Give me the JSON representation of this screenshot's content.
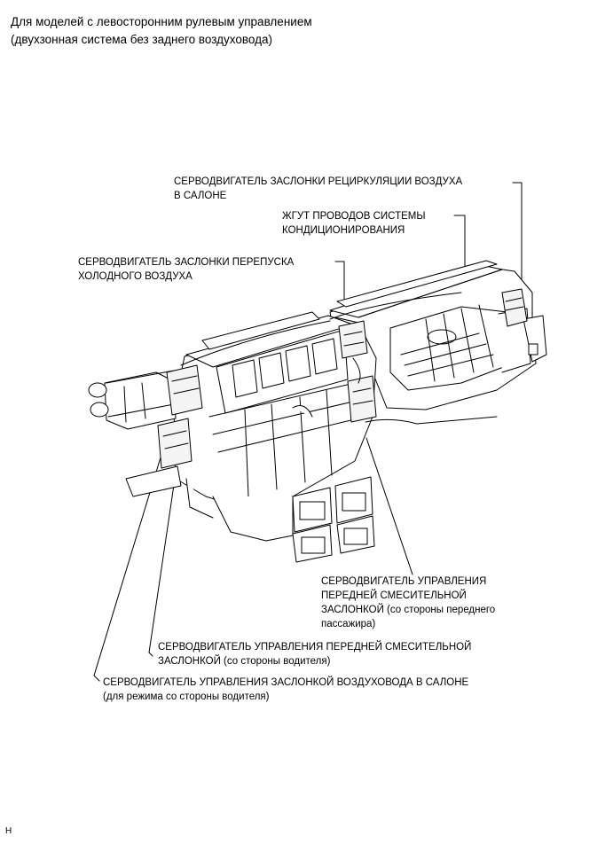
{
  "header": {
    "line1": "Для моделей с левосторонним рулевым управлением",
    "line2": " (двухзонная система без заднего воздуховода)"
  },
  "labels": {
    "recirc_line1": "СЕРВОДВИГАТЕЛЬ ЗАСЛОНКИ РЕЦИРКУЛЯЦИИ ВОЗДУХА",
    "recirc_line2": "В САЛОНЕ",
    "harness_line1": "ЖГУТ ПРОВОДОВ СИСТЕМЫ",
    "harness_line2": "КОНДИЦИОНИРОВАНИЯ",
    "bypass_line1": "СЕРВОДВИГАТЕЛЬ ЗАСЛОНКИ ПЕРЕПУСКА",
    "bypass_line2": "ХОЛОДНОГО ВОЗДУХА",
    "passenger_line1": "СЕРВОДВИГАТЕЛЬ УПРАВЛЕНИЯ",
    "passenger_line2": "ПЕРЕДНЕЙ СМЕСИТЕЛЬНОЙ",
    "passenger_line3": "ЗАСЛОНКОЙ (со стороны переднего",
    "passenger_line4": "пассажира)",
    "driver_mix_line1": "СЕРВОДВИГАТЕЛЬ УПРАВЛЕНИЯ ПЕРЕДНЕЙ СМЕСИТЕЛЬНОЙ",
    "driver_mix_line2": "ЗАСЛОНКОЙ (со стороны водителя)",
    "mode_line1": "СЕРВОДВИГАТЕЛЬ УПРАВЛЕНИЯ ЗАСЛОНКОЙ ВОЗДУХОВОДА В САЛОНЕ",
    "mode_line2": "(для режима со стороны водителя)"
  },
  "corner_mark": "H"
}
